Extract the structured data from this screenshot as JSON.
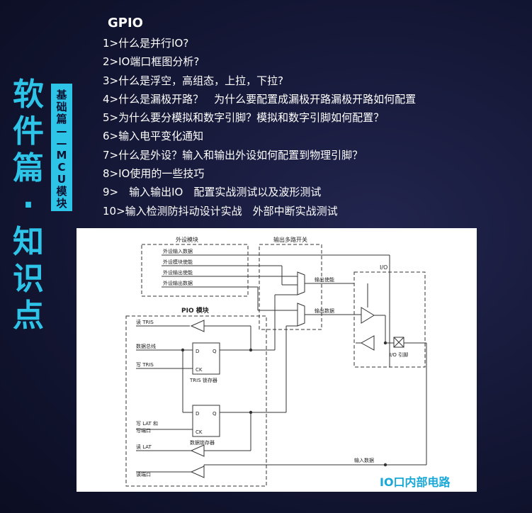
{
  "side_title": [
    "软",
    "件",
    "篇",
    "·",
    "知",
    "识",
    "点"
  ],
  "side_tag": [
    "基",
    "础",
    "篇",
    "—",
    "—",
    "M",
    "C",
    "U",
    "模",
    "块"
  ],
  "heading": "GPIO",
  "questions": [
    "1>什么是并行IO?",
    "2>IO端口框图分析?",
    "3>什么是浮空，高组态，上拉，下拉?",
    "4>什么是漏极开路？　为什么要配置成漏极开路漏极开路如何配置",
    "5>为什么要分模拟和数字引脚？模拟和数字引脚如何配置？",
    "6>输入电平变化通知",
    "7>什么是外设？输入和输出外设如何配置到物理引脚？",
    "8>IO使用的一些技巧",
    "9>　输入输出IO　配置实战测试以及波形测试",
    "10>输入检测防抖动设计实战　外部中断实战测试"
  ],
  "diagram": {
    "peripheral_module": "外设模块",
    "peripheral_signals": [
      "外设输入数据",
      "外设模块使能",
      "外设输出使能",
      "外设输出数据"
    ],
    "output_mux": "输出多路开关",
    "output_enable": "输出使能",
    "output_data": "输出数据",
    "io_block": "I/O",
    "io_pin": "I/O 引脚",
    "pio_module": "PIO 模块",
    "read_tris": "读 TRIS",
    "data_bus": "数据总线",
    "write_tris": "写 TRIS",
    "tris_latch": "TRIS 锁存器",
    "write_lat": "写 LAT 和",
    "write_port": "写端口",
    "data_latch": "数据锁存器",
    "read_lat": "读 LAT",
    "read_port": "读端口",
    "input_data": "输入数据",
    "d_label": "D",
    "q_label": "Q",
    "ck_label": "CK"
  },
  "caption": "IO口内部电路",
  "colors": {
    "accent": "#2ec4e8",
    "caption": "#18a8d8",
    "background": "#141735"
  }
}
